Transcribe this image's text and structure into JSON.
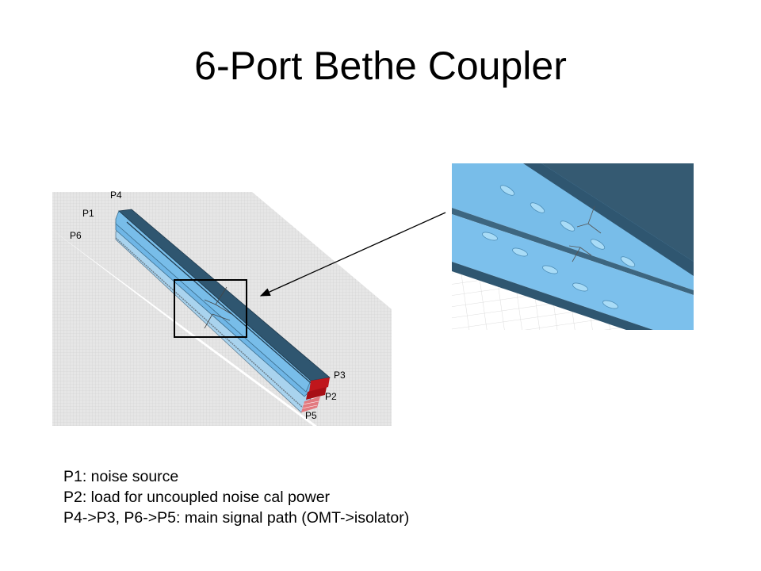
{
  "title": "6-Port Bethe Coupler",
  "ports": {
    "p1": "P1",
    "p2": "P2",
    "p3": "P3",
    "p4": "P4",
    "p5": "P5",
    "p6": "P6"
  },
  "notes": [
    "P1: noise source",
    "P2: load for uncoupled noise cal power",
    "P4->P3, P6->P5: main signal path (OMT->isolator)"
  ],
  "colors": {
    "waveguide_top": "#2f5670",
    "waveguide_side": "#6fb6e6",
    "waveguide_lower": "#a9d3ee",
    "port_red": "#c0161c",
    "grid": "#d9d9d9"
  }
}
